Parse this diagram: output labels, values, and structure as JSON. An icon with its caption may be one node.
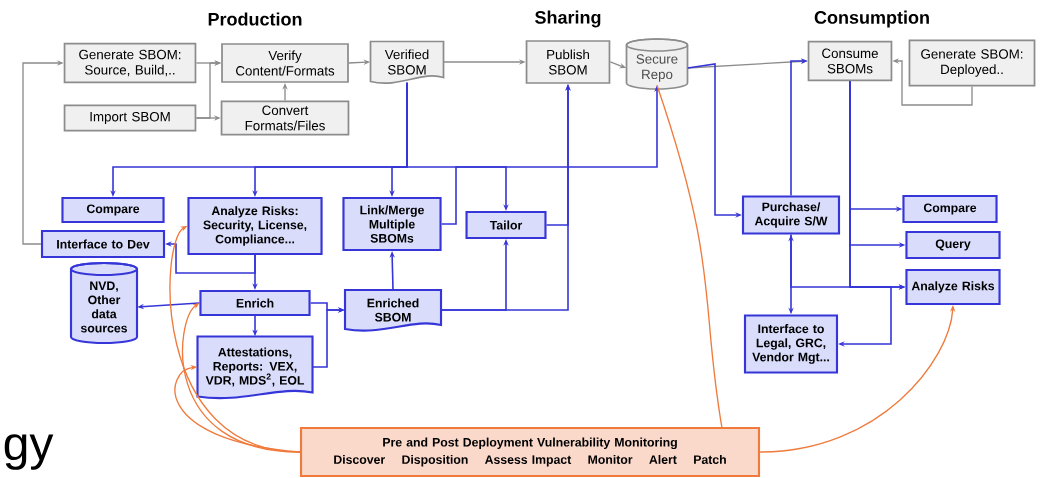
{
  "diagram": {
    "nodes": [
      {
        "text": [
          "Generate SBOM: Source, Build,.."
        ]
      },
      {
        "text": [
          "Verify Content/Formats"
        ]
      },
      {
        "text": [
          "Verified SBOM"
        ]
      },
      {
        "text": [
          "Import SBOM"
        ]
      },
      {
        "text": [
          "Convert Formats/Files"
        ]
      },
      {
        "text": [
          "Publish SBOM"
        ]
      },
      {
        "text": [
          "Secure Repo"
        ]
      },
      {
        "text": [
          "Consume SBOMs"
        ]
      },
      {
        "text": [
          "Generate SBOM: Deployed.."
        ]
      },
      {
        "text": [
          "Compare"
        ]
      },
      {
        "text": [
          "Analyze Risks: Security, License, Compliance..."
        ]
      },
      {
        "text": [
          "Link/Merge Multiple SBOMs"
        ]
      },
      {
        "text": [
          "Tailor"
        ]
      },
      {
        "text": [
          "Interface to Dev"
        ]
      },
      {
        "text": [
          "NVD, Other data sources"
        ]
      },
      {
        "text": [
          "Enrich"
        ]
      },
      {
        "text": [
          "Enriched SBOM"
        ]
      },
      {
        "text": [
          "Attestations, Reports: VEX, VDR, MDS$^{2}$, EOL"
        ]
      },
      {
        "text": [
          "Purchase/ Acquire S/W"
        ]
      },
      {
        "text": [
          "Compare"
        ]
      },
      {
        "text": [
          "Query"
        ]
      },
      {
        "text": [
          "Analyze Risks"
        ]
      },
      {
        "text": [
          "Interface to Legal, GRC, Vendor Mgt..."
        ]
      },
      {
        "text": [
          "Pre and Post Deployment Vulnerability Monitoring",
          "Discover",
          "Disposition",
          "Assess Impact",
          "Monitor",
          "Alert",
          "Patch"
        ]
      }
    ],
    "edges": [
      {
        "from": 0,
        "to": 1,
        "arrow": "to",
        "color": "#8c8c8c"
      },
      {
        "from": 3,
        "to": 4,
        "arrow": "to",
        "color": "#8c8c8c"
      },
      {
        "from": 3,
        "to": 1,
        "arrow": "to",
        "color": "#8c8c8c"
      },
      {
        "from": 4,
        "to": 1,
        "arrow": "to",
        "color": "#8c8c8c"
      },
      {
        "from": 1,
        "to": 2,
        "arrow": "to",
        "color": "#8c8c8c"
      },
      {
        "from": 2,
        "to": 5,
        "arrow": "to",
        "color": "#8c8c8c"
      },
      {
        "from": 5,
        "to": 6,
        "arrow": "to",
        "color": "#8c8c8c"
      },
      {
        "from": 6,
        "to": 7,
        "arrow": "to",
        "color": "#8c8c8c"
      },
      {
        "from": 8,
        "to": 7,
        "arrow": "to",
        "color": "#8c8c8c"
      },
      {
        "from": 13,
        "to": 0,
        "arrow": "to",
        "color": "#8c8c8c"
      },
      {
        "from": 2,
        "to": 9,
        "arrow": "to"
      },
      {
        "from": 2,
        "to": 10,
        "arrow": "to"
      },
      {
        "from": 2,
        "to": 11,
        "arrow": "to"
      },
      {
        "from": 2,
        "to": 12,
        "arrow": "to"
      },
      {
        "from": 11,
        "to": 6,
        "arrow": "to"
      },
      {
        "from": 12,
        "to": 5,
        "arrow": "to"
      },
      {
        "from": 16,
        "to": 5,
        "arrow": "to"
      },
      {
        "from": 16,
        "to": 12,
        "arrow": "to"
      },
      {
        "from": 16,
        "to": 11,
        "arrow": "to"
      },
      {
        "from": 10,
        "to": 15,
        "arrow": "to"
      },
      {
        "from": 10,
        "to": 13,
        "arrow": "to"
      },
      {
        "from": 15,
        "to": 14,
        "arrow": "to"
      },
      {
        "from": 15,
        "to": 16,
        "arrow": "to"
      },
      {
        "from": 15,
        "to": 17,
        "arrow": "to"
      },
      {
        "from": 17,
        "to": 16,
        "arrow": "to"
      },
      {
        "from": 6,
        "to": 18,
        "arrow": "to"
      },
      {
        "from": 18,
        "to": 7,
        "arrow": "to"
      },
      {
        "from": 18,
        "to": 22,
        "arrow": "both"
      },
      {
        "from": 7,
        "to": 19,
        "arrow": "to"
      },
      {
        "from": 7,
        "to": 20,
        "arrow": "to"
      },
      {
        "from": 7,
        "to": 21,
        "arrow": "to"
      },
      {
        "from": 18,
        "to": 21,
        "arrow": "to"
      },
      {
        "from": 7,
        "to": 22,
        "arrow": "to"
      },
      {
        "from": 23,
        "to": 10,
        "arrow": "to",
        "color": "#f07a3c"
      },
      {
        "from": 23,
        "to": 15,
        "arrow": "to",
        "color": "#f07a3c"
      },
      {
        "from": 23,
        "to": 17,
        "arrow": "to",
        "color": "#f07a3c"
      },
      {
        "from": 23,
        "to": 6,
        "arrow": "none",
        "color": "#f07a3c"
      },
      {
        "from": 23,
        "to": 21,
        "arrow": "to",
        "color": "#f07a3c"
      }
    ],
    "labels": [
      "Production",
      "Sharing",
      "Consumption",
      "gy"
    ]
  }
}
